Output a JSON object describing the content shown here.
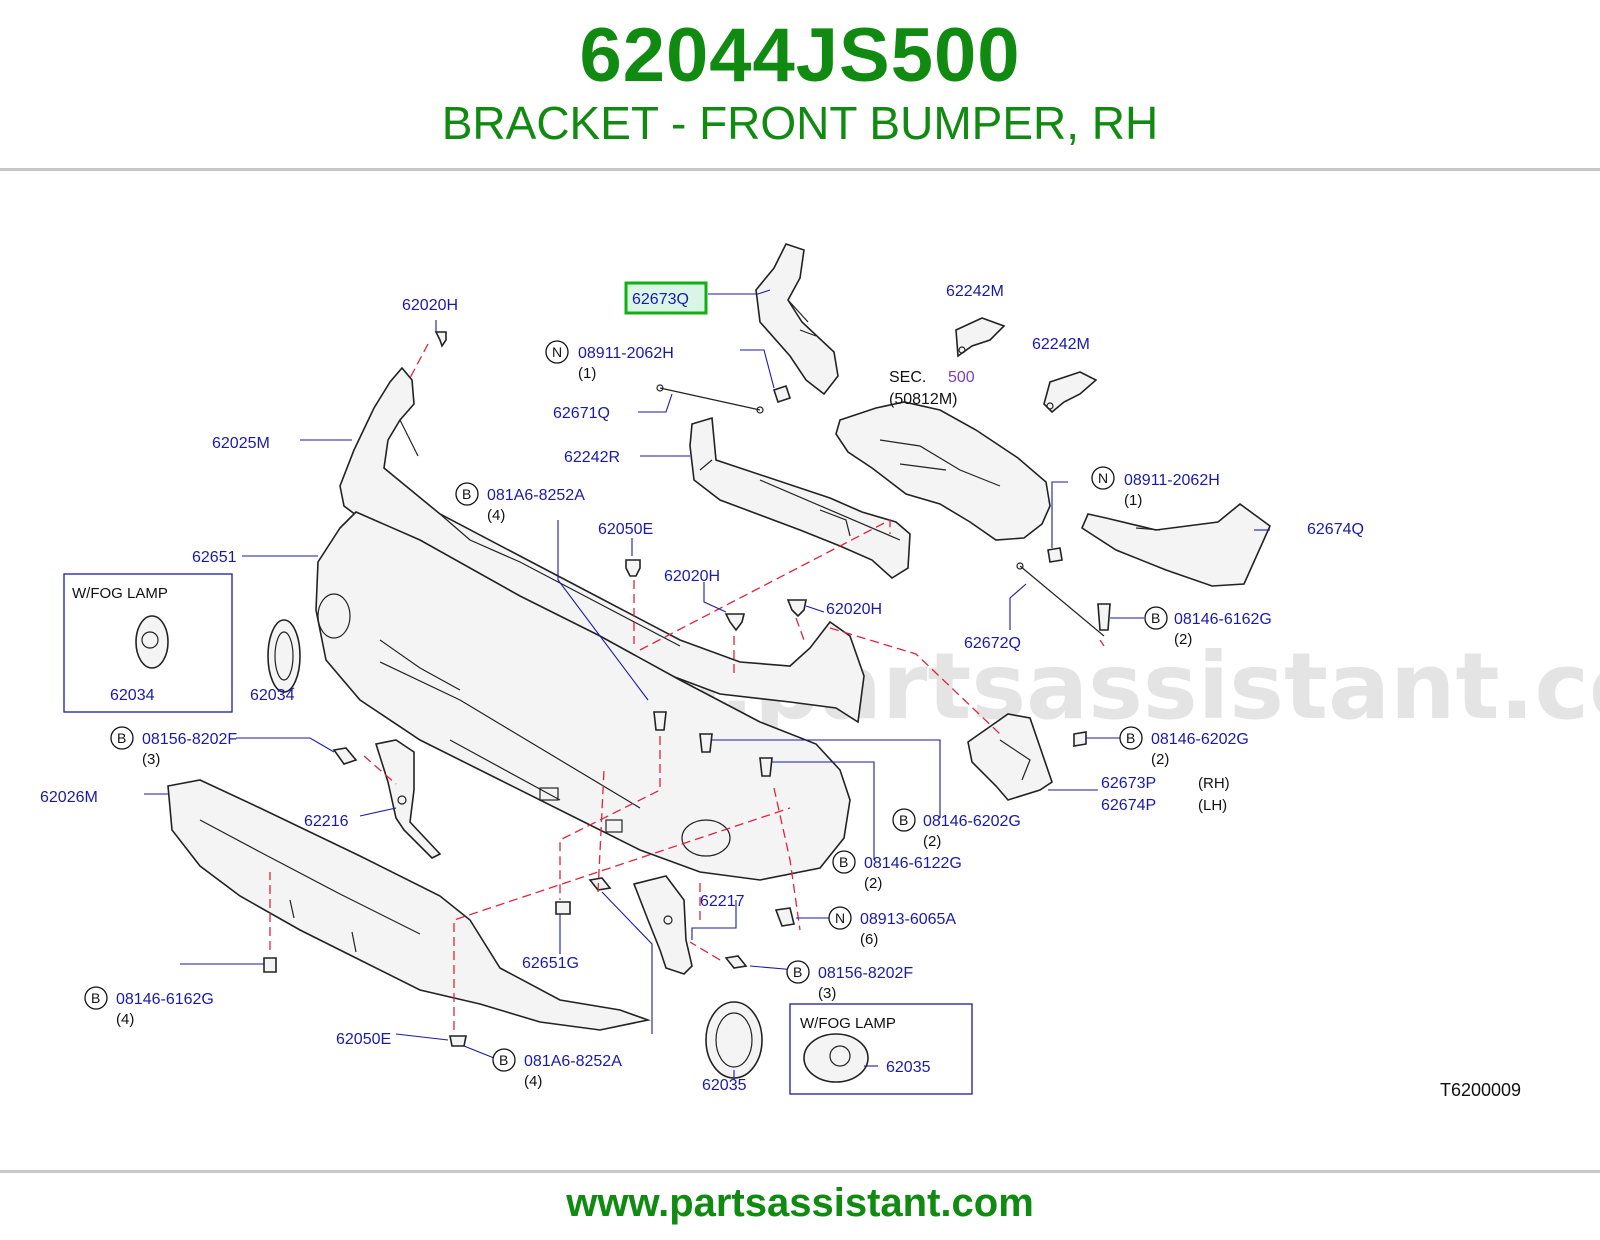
{
  "header": {
    "part_number": "62044JS500",
    "description": "BRACKET - FRONT BUMPER, RH"
  },
  "footer": {
    "url": "www.partsassistant.com"
  },
  "diagram": {
    "watermark": "www.partsassistant.com",
    "code": "T6200009",
    "highlighted": "62673Q",
    "sec_label": "SEC.",
    "sec_number": "500",
    "sec_ref": "(50812M)",
    "fog_box_1": {
      "title": "W/FOG  LAMP",
      "part": "62034"
    },
    "fog_box_2": {
      "title": "W/FOG  LAMP",
      "part": "62035"
    },
    "labels": {
      "p62020H_a": "62020H",
      "p08911_a": "08911-2062H",
      "p08911_a_qty": "(1)",
      "p62671Q": "62671Q",
      "p62242R": "62242R",
      "p62242M_a": "62242M",
      "p62242M_b": "62242M",
      "p62025M": "62025M",
      "p081A6_a": "081A6-8252A",
      "p081A6_a_qty": "(4)",
      "p62050E_a": "62050E",
      "p62651": "62651",
      "p62020H_b": "62020H",
      "p62020H_c": "62020H",
      "p08911_b": "08911-2062H",
      "p08911_b_qty": "(1)",
      "p62674Q": "62674Q",
      "p62672Q": "62672Q",
      "p08146_6162G_a": "08146-6162G",
      "p08146_6162G_a_qty": "(2)",
      "p62034": "62034",
      "p08146_6202G_a": "08146-6202G",
      "p08146_6202G_a_qty": "(2)",
      "p62673P": "62673P",
      "p62673P_side": "(RH)",
      "p62674P": "62674P",
      "p62674P_side": "(LH)",
      "p08156_8202F_a": "08156-8202F",
      "p08156_8202F_a_qty": "(3)",
      "p62026M": "62026M",
      "p62216": "62216",
      "p08146_6202G_b": "08146-6202G",
      "p08146_6202G_b_qty": "(2)",
      "p08146_6122G": "08146-6122G",
      "p08146_6122G_qty": "(2)",
      "p62217": "62217",
      "p08913": "08913-6065A",
      "p08913_qty": "(6)",
      "p62651G": "62651G",
      "p08156_8202F_b": "08156-8202F",
      "p08156_8202F_b_qty": "(3)",
      "p08146_6162G_b": "08146-6162G",
      "p08146_6162G_b_qty": "(4)",
      "p62050E_b": "62050E",
      "p081A6_b": "081A6-8252A",
      "p081A6_b_qty": "(4)",
      "p62035": "62035"
    },
    "markers": {
      "B": "B",
      "N": "N"
    }
  }
}
